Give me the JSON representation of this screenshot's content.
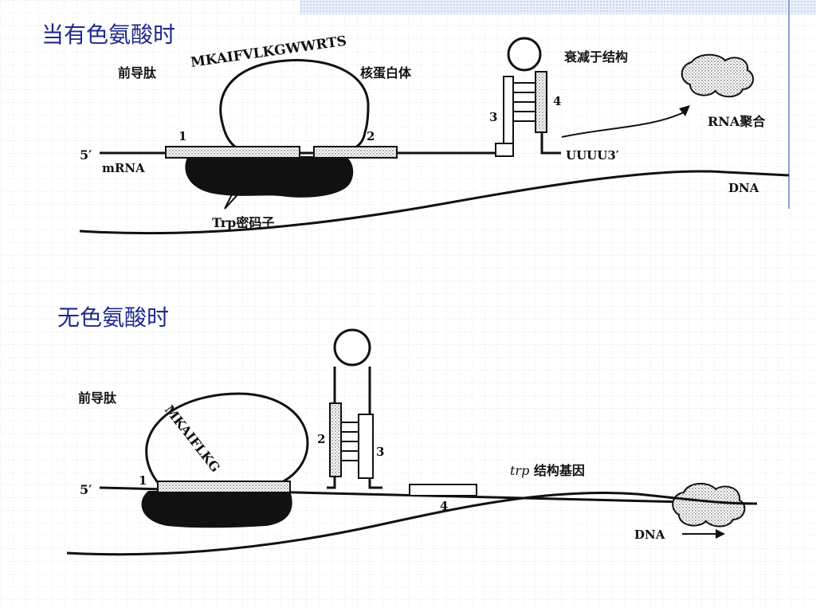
{
  "colors": {
    "title": "#1e2a8c",
    "grid": "#dbe3f4",
    "ink": "#111111"
  },
  "top": {
    "title": "当有色氨酸时",
    "peptide_label": "前导肽",
    "peptide_seq": "MKAIFVLKGWWRTS",
    "ribosome_label": "核蛋白体",
    "terminator_label": "衰减于结构",
    "polymerase_label": "RNA聚合",
    "five_prime": "5′",
    "mrna_label": "mRNA",
    "region1": "1",
    "region2": "2",
    "region3": "3",
    "region4": "4",
    "uuuu": "UUUU3′",
    "dna_label": "DNA",
    "trp_codon_label": "Trp密码子"
  },
  "bottom": {
    "title": "无色氨酸时",
    "peptide_label": "前导肽",
    "peptide_seq": "MKAIFLKG",
    "five_prime": "5′",
    "region1": "1",
    "region2": "2",
    "region3": "3",
    "region4": "4",
    "gene_label_italic": "trp",
    "gene_label": " 结构基因",
    "dna_label": "DNA"
  }
}
